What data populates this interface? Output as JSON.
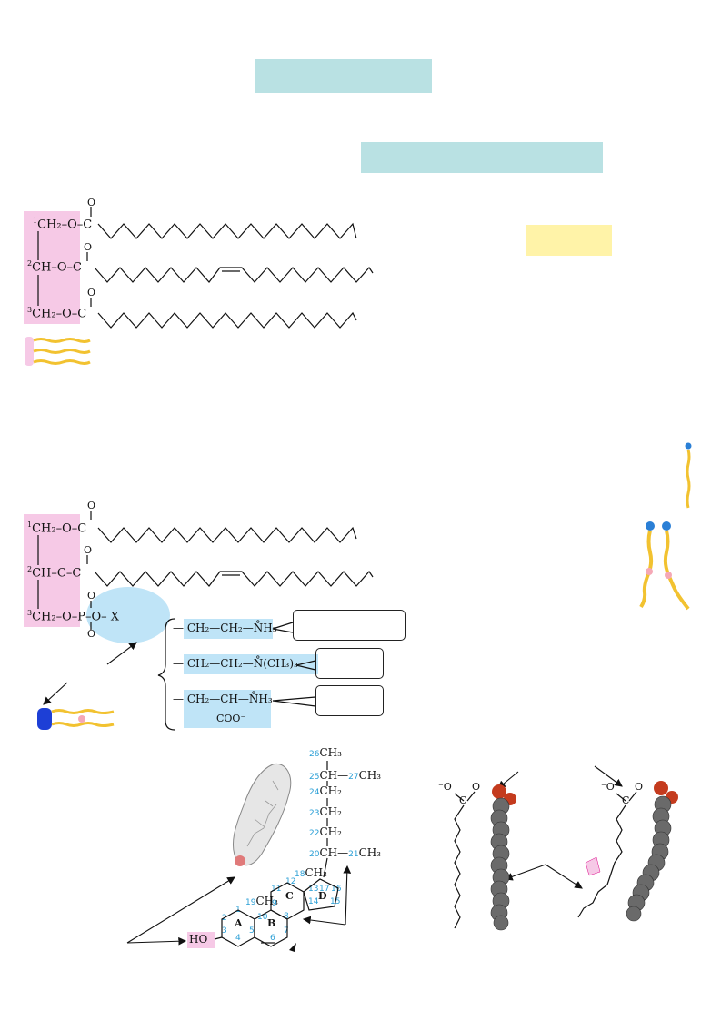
{
  "colors": {
    "heading_box": "#b9e1e3",
    "note_box": "#fff3a8",
    "glycerol": "#f6c9e6",
    "headgroup": "#bfe4f7",
    "number_blue": "#2a9fd6",
    "tail_yellow": "#f2c230",
    "head_blue": "#1d3fd6"
  },
  "triglyceride": {
    "row1": "CH₂–O–C",
    "row2": "CH–O–C",
    "row3": "CH₂–O–C",
    "n1": "1",
    "n2": "2",
    "n3": "3",
    "carbonyl": "O"
  },
  "phospholipid": {
    "row1": "CH₂–O–C",
    "row2": "CH–C–C",
    "row3": "CH₂–O–P–O– X",
    "n1": "1",
    "n2": "2",
    "n3": "3",
    "carbonyl": "O",
    "phosphate_o_top": "O",
    "phosphate_o_bottom": "O⁻"
  },
  "headgroups": [
    {
      "formula": "— CH₂—CH₂—N̊H₃",
      "plus": "+"
    },
    {
      "formula": "— CH₂—CH₂—N̊(CH₃)₃",
      "plus": "+"
    },
    {
      "formula": "— CH₂—CH—N̊H₃",
      "plus": "+",
      "sub": "COO⁻"
    }
  ],
  "cholesterol": {
    "chain": [
      "CH₃",
      "CH—",
      "CH₂",
      "CH₂",
      "CH₂",
      "CH—",
      "CH₃"
    ],
    "chain_right": [
      "CH₃",
      "CH₃"
    ],
    "nums_chain": [
      "26",
      "25",
      "27",
      "24",
      "23",
      "22",
      "20",
      "21",
      "18"
    ],
    "ring_labels": [
      "A",
      "B",
      "C",
      "D"
    ],
    "ring_nums": [
      "1",
      "2",
      "3",
      "4",
      "5",
      "6",
      "7",
      "8",
      "9",
      "10",
      "11",
      "12",
      "13",
      "14",
      "15",
      "16",
      "17",
      "19"
    ],
    "ch3_ring": "CH₃",
    "hydroxyl": "HO"
  },
  "fatty_acids": {
    "carboxyl_left": "⁻O",
    "carboxyl_c": "C",
    "carboxyl_o": "O",
    "carboxyl_left_b": "⁻O",
    "carboxyl_c_b": "C",
    "carboxyl_o_b": "O"
  }
}
